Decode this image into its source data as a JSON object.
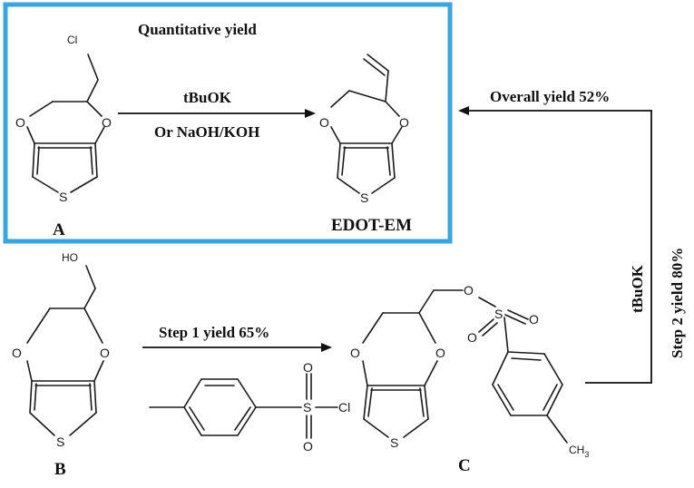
{
  "box_title": "Quantitative yield",
  "reaction_a": {
    "reagent_line1": "tBuOK",
    "reagent_line2": "Or NaOH/KOH",
    "reactant_label": "A",
    "product_label": "EDOT-EM"
  },
  "reaction_b": {
    "step_label": "Step 1 yield 65%",
    "reactant_label": "B",
    "product_label": "C"
  },
  "reaction_c": {
    "reagent": "tBuOK",
    "step_label": "Step 2 yield 80%",
    "overall_label": "Overall yield 52%"
  },
  "atoms": {
    "cl": "Cl",
    "o": "O",
    "s": "S",
    "ho": "HO",
    "ch3": "CH",
    "ch3_sub": "3"
  },
  "colors": {
    "box": "#3ba6dd",
    "ink": "#111111"
  }
}
